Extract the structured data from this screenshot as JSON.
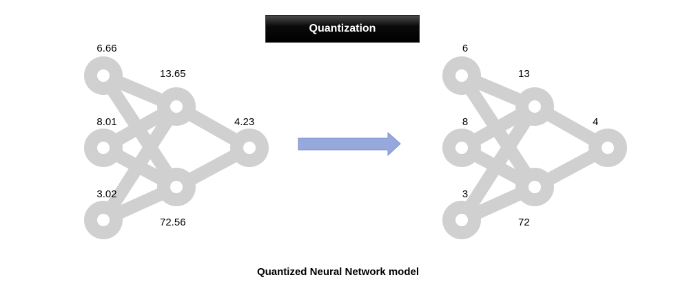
{
  "title": "Quantization",
  "caption": "Quantized Neural Network model",
  "colors": {
    "node": "#d0d0d0",
    "edge": "#d0d0d0",
    "arrow_fill": "#97a9dc",
    "arrow_stroke": "#7d93cf",
    "title_bg": "#000000",
    "title_text": "#ffffff"
  },
  "networks": [
    {
      "name": "original",
      "labels": {
        "input_top": "6.66",
        "input_mid": "8.01",
        "input_bottom": "3.02",
        "hidden_top": "13.65",
        "hidden_bottom": "72.56",
        "output": "4.23"
      }
    },
    {
      "name": "quantized",
      "labels": {
        "input_top": "6",
        "input_mid": "8",
        "input_bottom": "3",
        "hidden_top": "13",
        "hidden_bottom": "72",
        "output": "4"
      }
    }
  ],
  "arrow": {
    "icon": "right-arrow-icon"
  }
}
